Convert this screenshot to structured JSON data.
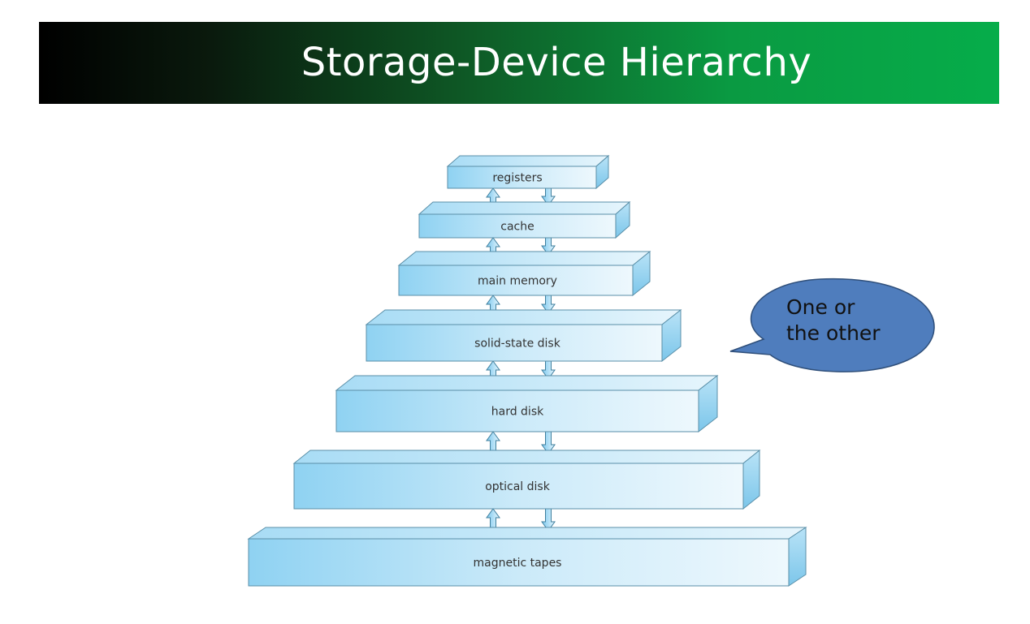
{
  "slide": {
    "title": "Storage-Device Hierarchy"
  },
  "hierarchy": {
    "levels": [
      {
        "name": "registers"
      },
      {
        "name": "cache"
      },
      {
        "name": "main memory"
      },
      {
        "name": "solid-state disk"
      },
      {
        "name": "hard disk"
      },
      {
        "name": "optical disk"
      },
      {
        "name": "magnetic tapes"
      }
    ]
  },
  "callout": {
    "line1": "One or",
    "line2": "the other"
  },
  "colors": {
    "title_gradient_start": "#000000",
    "title_gradient_end": "#06ad4a",
    "box_fill_light": "#e8f6fd",
    "box_fill_dark": "#9ed8f4",
    "box_stroke": "#5a8fa8",
    "callout_fill": "#4f7dbd",
    "callout_stroke": "#2f4f7a"
  }
}
